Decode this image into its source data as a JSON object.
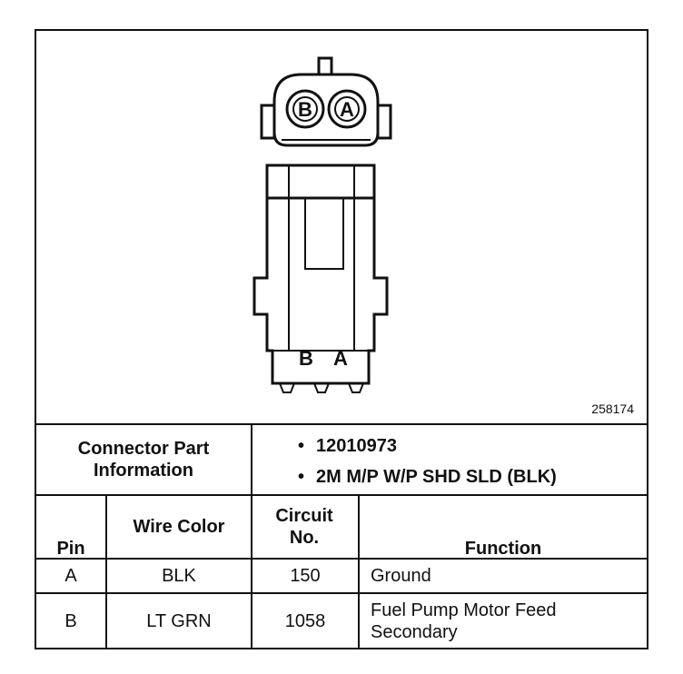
{
  "figure_id": "258174",
  "connector_front": {
    "pin_left": "B",
    "pin_right": "A"
  },
  "connector_side": {
    "pin_left": "B",
    "pin_right": "A"
  },
  "part_info": {
    "label": "Connector Part Information",
    "items": [
      "12010973",
      "2M M/P W/P SHD SLD (BLK)"
    ]
  },
  "table": {
    "headers": {
      "pin": "Pin",
      "wire_color": "Wire Color",
      "circuit": "Circuit No.",
      "function": "Function"
    },
    "rows": [
      {
        "pin": "A",
        "wire_color": "BLK",
        "circuit": "150",
        "function": "Ground"
      },
      {
        "pin": "B",
        "wire_color": "LT GRN",
        "circuit": "1058",
        "function": "Fuel Pump Motor Feed Secondary"
      }
    ]
  }
}
